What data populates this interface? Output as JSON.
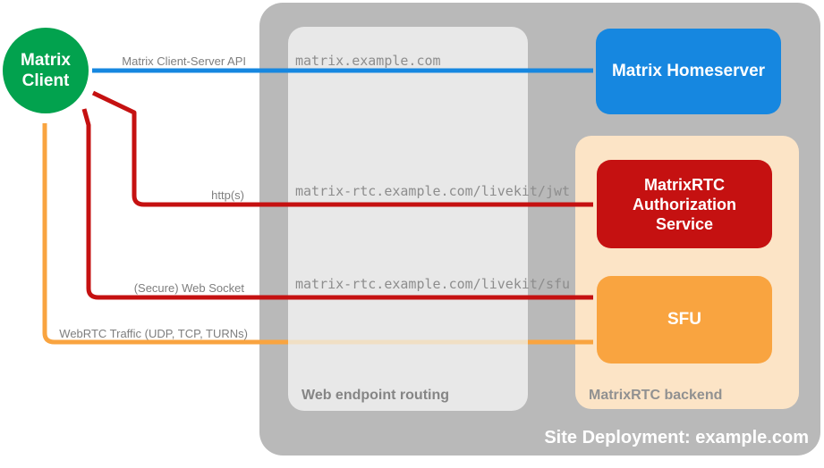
{
  "site": {
    "label": "Site Deployment: example.com"
  },
  "routing": {
    "label": "Web endpoint routing",
    "endpoints": [
      "matrix.example.com",
      "matrix-rtc.example.com/livekit/jwt",
      "matrix-rtc.example.com/livekit/sfu"
    ]
  },
  "backend": {
    "label": "MatrixRTC backend"
  },
  "nodes": {
    "client": {
      "label": "Matrix Client"
    },
    "homeserver": {
      "label": "Matrix Homeserver"
    },
    "auth": {
      "label": "MatrixRTC Authorization Service"
    },
    "sfu": {
      "label": "SFU"
    }
  },
  "arrows": {
    "client_server_api": {
      "label": "Matrix Client-Server API",
      "color": "#1687e0",
      "bidirectional": true
    },
    "https": {
      "label": "http(s)",
      "color": "#c51111",
      "bidirectional": true
    },
    "websocket": {
      "label": "(Secure) Web Socket",
      "color": "#c51111",
      "bidirectional": true
    },
    "webrtc": {
      "label": "WebRTC Traffic (UDP, TCP, TURNs)",
      "color": "#f9a440",
      "bidirectional": true
    }
  },
  "colors": {
    "canvas_bg": "#ffffff",
    "site_bg": "#b9b9b9",
    "routing_bg": "#e8e8e8",
    "backend_bg": "#fce4c6",
    "client_green": "#02a24e",
    "homeserver_blue": "#1687e0",
    "auth_red": "#c51111",
    "sfu_orange": "#f9a440",
    "webrtc_muted_orange": "#f0dfc4",
    "arrow_label_gray": "#7e7e7e",
    "endpoint_text_gray": "#8d8d8d",
    "routing_label_gray": "#858585",
    "backend_label_gray": "#919191",
    "site_label_white": "#ffffff"
  }
}
